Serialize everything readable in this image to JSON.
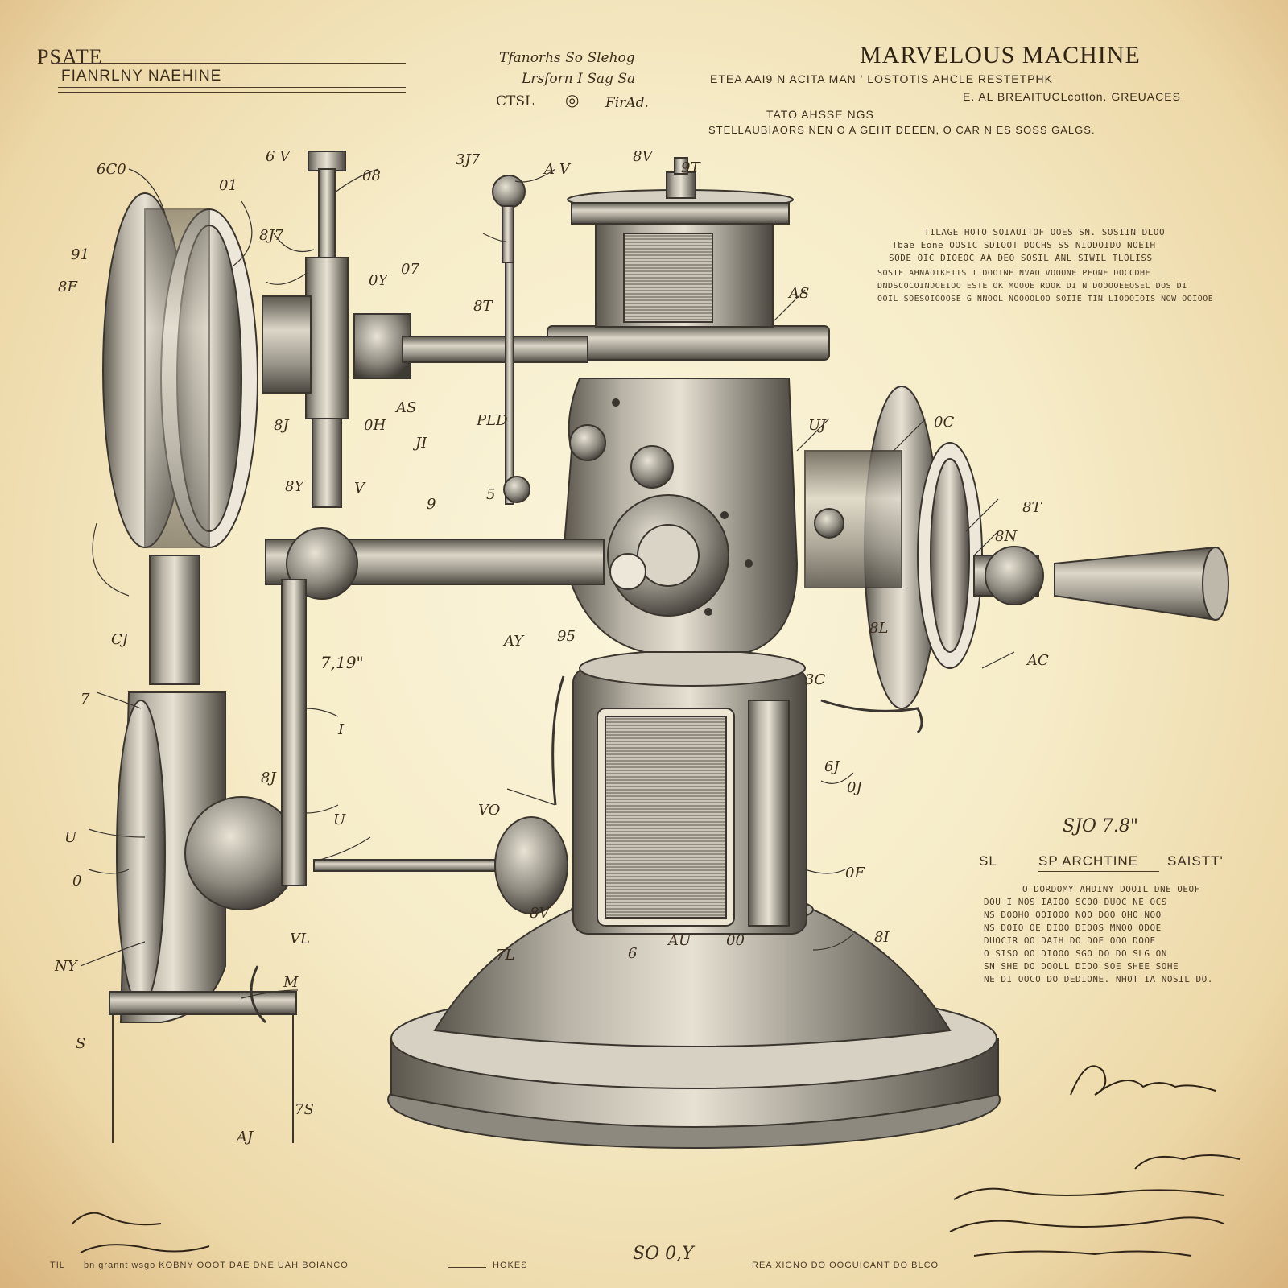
{
  "header": {
    "left_title": "PSATE",
    "left_subtitle": "FIANRLNY NAEHINE",
    "mid_line1": "Tfanorhs So Slehog",
    "mid_line2": "Lrsforn I Sag Sa",
    "mid_line3_left": "CTSL",
    "mid_line3_right": "FirAd.",
    "main_title": "MARVELOUS MACHINE",
    "sub_lines": [
      "ETEA  AAI9  N  ACITA  MAN   '  LOSTOTIS  AHCLE RESTETPHK",
      "E. AL BREAITUCLcotton.  GREUACES",
      "TATO   AHSSE NGS",
      "STELLAUBIAORS  NEN  O  A GEHT DEEEN, O   CAR  N  ES  SOSS GALGS."
    ]
  },
  "right_block": {
    "lines": [
      "TILAGE  HOTO   SOIAUITOF  OOES  SN.  SOSIIN     DLOO",
      "Tbae  Eone  OOSIC  SDIOOT  DOCHS SS NIODOIDO  NOEIH",
      "SODE OIC  DIOEOC  AA  DEO SOSIL  ANL  SIWIL  TLOLISS",
      "SOSIE  AHNAOIKEIIS  I  DOOTNE NVAO  VOOONE  PEONE  DOCCDHE",
      "DNDSCOCOINDOEIOO  ESTE  OK  MOOOE  ROOK  DI  N  DOOOOEEOSEL  DOS  DI",
      "OOIL SOESOIOOOSE  G  NNOOL  NOOOOLOO  SOIIE  TIN  LIOOOIOIS  NOW  OOIOOE"
    ]
  },
  "spec_block": {
    "fig_number": "SJO 7.8\"",
    "heading_left": "SL",
    "heading_mid": "SP ARCHTINE",
    "heading_right": "SAISTT'",
    "lines": [
      "O  DORDOMY  AHDINY  DOOIL  DNE  OEOF",
      "DOU I  NOS  IAIOO  SCOO  DUOC  NE  OCS",
      "NS  DOOHO  OOIOOO  NOO  DOO  OHO  NOO",
      "NS  DOIO  OE  DIOO  DIOOS  MNOO  ODOE",
      "DUOCIR  OO  DAIH  DO  DOE  OOO  DOOE",
      "O  SISO  OO  DIOOO  SGO  DO  DO  SLG  ON",
      "SN  SHE  DO  DOOLL  DIOO  SOE  SHEE  SOHE",
      "NE  DI  OOCO  DO  DEDIONE.  NHOT  IA  NOSIL  DO."
    ]
  },
  "labels": {
    "ref_marks": [
      "6C0",
      "6 V",
      "01",
      "08",
      "8J7",
      "3J7",
      "91",
      "A V",
      "07",
      "8F",
      "8T",
      "0Y",
      "9T",
      "8V",
      "AS",
      "8J",
      "0H",
      "JI",
      "PLD",
      "8Y",
      "V",
      "5",
      "9",
      "CJ",
      "7",
      "I",
      "U",
      "0",
      "NY",
      "S",
      "8J",
      "U",
      "VL",
      "M",
      "VO",
      "8V",
      "7L",
      "AY",
      "95",
      "6J",
      "0J",
      "0F",
      "8I",
      "8T",
      "8N",
      "AC",
      "AS",
      "UJ",
      "0C",
      "8L",
      "3C",
      "6",
      "7S",
      "AJ",
      "AU",
      "00"
    ],
    "fig_7_9": "7,19\"",
    "bottom_center": "SO 0,Y"
  },
  "footer": {
    "left_prefix": "TIL",
    "left_text": "bn  grannt wsgo  KOBNY  OOOT  DAE  DNE  UAH  BOIANCO",
    "mid_text": "HOKES",
    "right_text": "REA  XIGNO  DO OOGUICANT  DO  BLCO"
  },
  "colors": {
    "paper": "#f6ecc8",
    "ink": "#3b2d1d",
    "metal": "#8e8a80",
    "metal_dark": "#4a4640",
    "vignette": "#d9b37c"
  }
}
